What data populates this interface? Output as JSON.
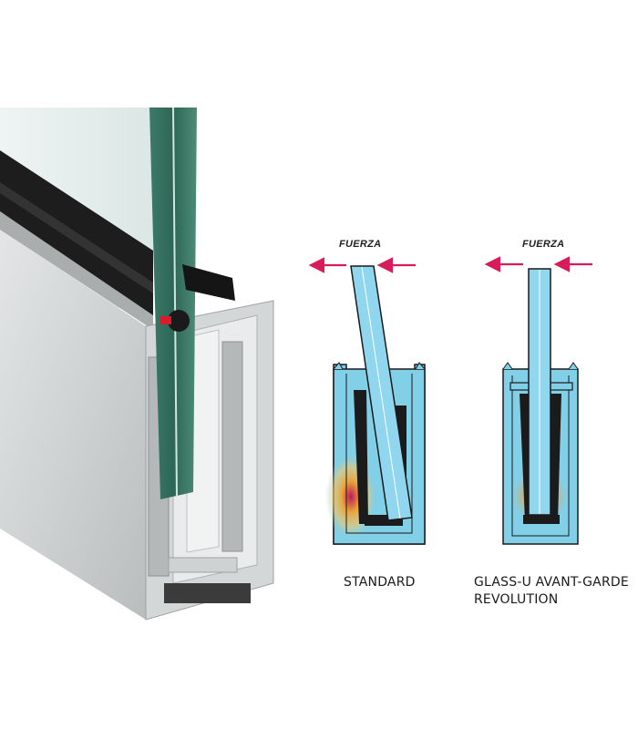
{
  "diagram": {
    "force_label_left": "FUERZA",
    "force_label_right": "FUERZA",
    "caption_standard": "STANDARD",
    "caption_revolution_line1": "GLASS-U AVANT-GARDE",
    "caption_revolution_line2": "REVOLUTION"
  },
  "colors": {
    "glass_blue": "#82cfe8",
    "arrow_red": "#d81c5a",
    "gasket_black": "#1b1b1b",
    "aluminium": "#c9cccd"
  }
}
